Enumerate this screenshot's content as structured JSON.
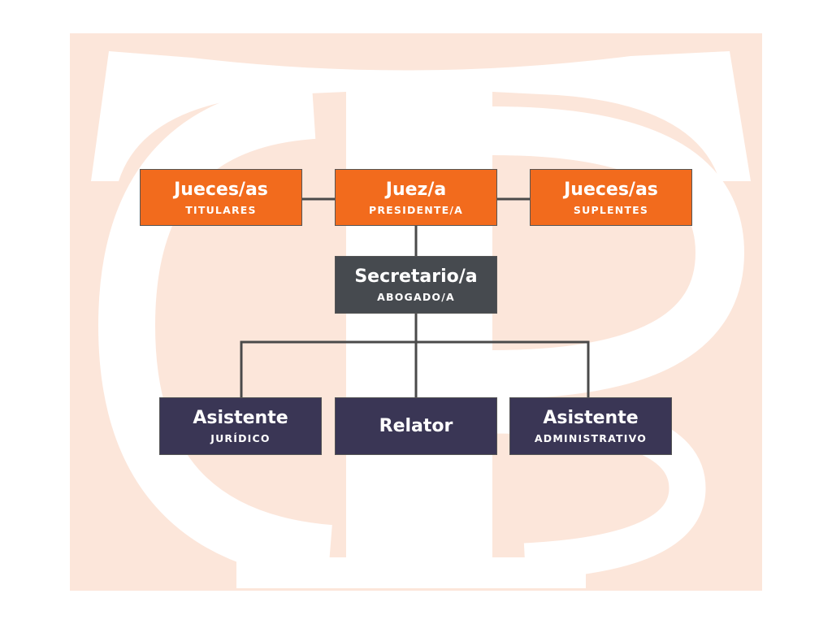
{
  "colors": {
    "background": "#fce6da",
    "watermark": "#ffffff",
    "orange": "#f26b1d",
    "gray": "#464a4f",
    "navy": "#3a3655",
    "connector": "#4a4a4a"
  },
  "watermark": {
    "icon": "tp-monogram-logo"
  },
  "nodes": {
    "jueces_titulares": {
      "title": "Jueces/as",
      "sub": "TITULARES"
    },
    "juez_presidente": {
      "title": "Juez/a",
      "sub": "PRESIDENTE/A"
    },
    "jueces_suplentes": {
      "title": "Jueces/as",
      "sub": "SUPLENTES"
    },
    "secretario": {
      "title": "Secretario/a",
      "sub": "ABOGADO/A"
    },
    "asistente_juridico": {
      "title": "Asistente",
      "sub": "JURÍDICO"
    },
    "relator": {
      "title": "Relator"
    },
    "asistente_administrativo": {
      "title": "Asistente",
      "sub": "ADMINISTRATIVO"
    }
  }
}
